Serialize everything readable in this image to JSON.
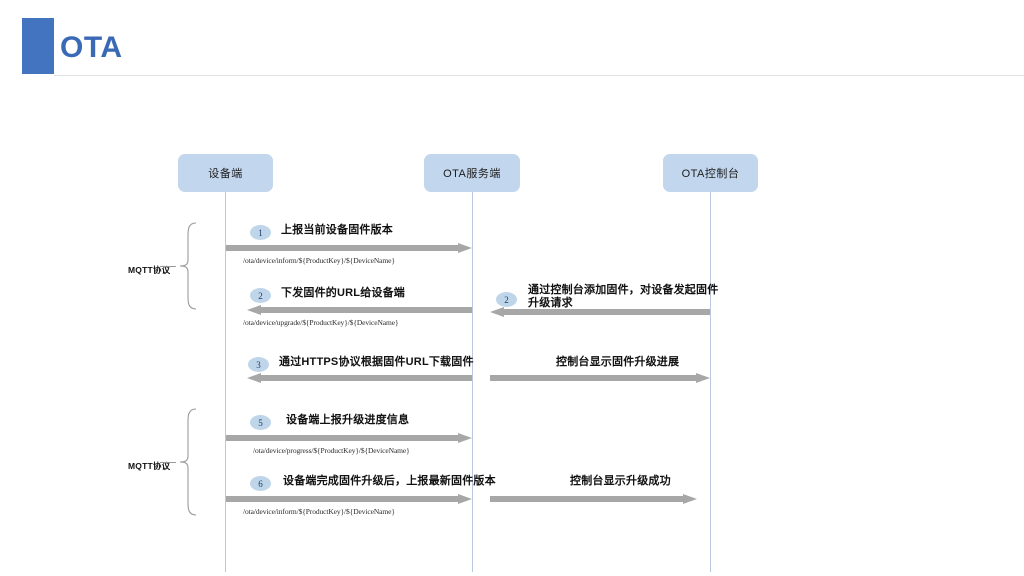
{
  "header": {
    "title": "OTA",
    "accent_color": "#4274c0",
    "title_color": "#3a6ab5"
  },
  "diagram": {
    "type": "sequence-diagram",
    "actors": [
      {
        "id": "device",
        "label": "设备端"
      },
      {
        "id": "server",
        "label": "OTA服务端"
      },
      {
        "id": "console",
        "label": "OTA控制台"
      }
    ],
    "protocol_groups": [
      {
        "id": "mqtt-upper",
        "label": "MQTT协议"
      },
      {
        "id": "mqtt-lower",
        "label": "MQTT协议"
      }
    ],
    "messages": [
      {
        "id": "msg-1",
        "number": "1",
        "from": "device",
        "to": "server",
        "direction": "right",
        "label": "上报当前设备固件版本",
        "topic": "/ota/device/inform/${ProductKey}/${DeviceName}"
      },
      {
        "id": "msg-2-console",
        "number": "2",
        "from": "console",
        "to": "server",
        "direction": "left",
        "label": "通过控制台添加固件，对设备发起固件升级请求",
        "topic": ""
      },
      {
        "id": "msg-2-device",
        "number": "2",
        "from": "server",
        "to": "device",
        "direction": "left",
        "label": "下发固件的URL给设备端",
        "topic": "/ota/device/upgrade/${ProductKey}/${DeviceName}"
      },
      {
        "id": "msg-3",
        "number": "3",
        "from": "server",
        "to": "device",
        "direction": "left",
        "label": "通过HTTPS协议根据固件URL下载固件",
        "topic": ""
      },
      {
        "id": "msg-3-console",
        "number": "",
        "from": "server",
        "to": "console",
        "direction": "right",
        "label": "控制台显示固件升级进展",
        "topic": ""
      },
      {
        "id": "msg-5",
        "number": "5",
        "from": "device",
        "to": "server",
        "direction": "right",
        "label": "设备端上报升级进度信息",
        "topic": "/ota/device/progress/${ProductKey}/${DeviceName}"
      },
      {
        "id": "msg-6",
        "number": "6",
        "from": "device",
        "to": "server",
        "direction": "right",
        "label": "设备端完成固件升级后，上报最新固件版本",
        "topic": "/ota/device/inform/${ProductKey}/${DeviceName}"
      },
      {
        "id": "msg-6-console",
        "number": "",
        "from": "server",
        "to": "console",
        "direction": "right",
        "label": "控制台显示升级成功",
        "topic": ""
      }
    ],
    "colors": {
      "actor_fill": "#c2d6ee",
      "arrow": "#a7a7a7",
      "badge_fill": "#bed5ea",
      "lifeline": "#b9c9dd"
    }
  }
}
